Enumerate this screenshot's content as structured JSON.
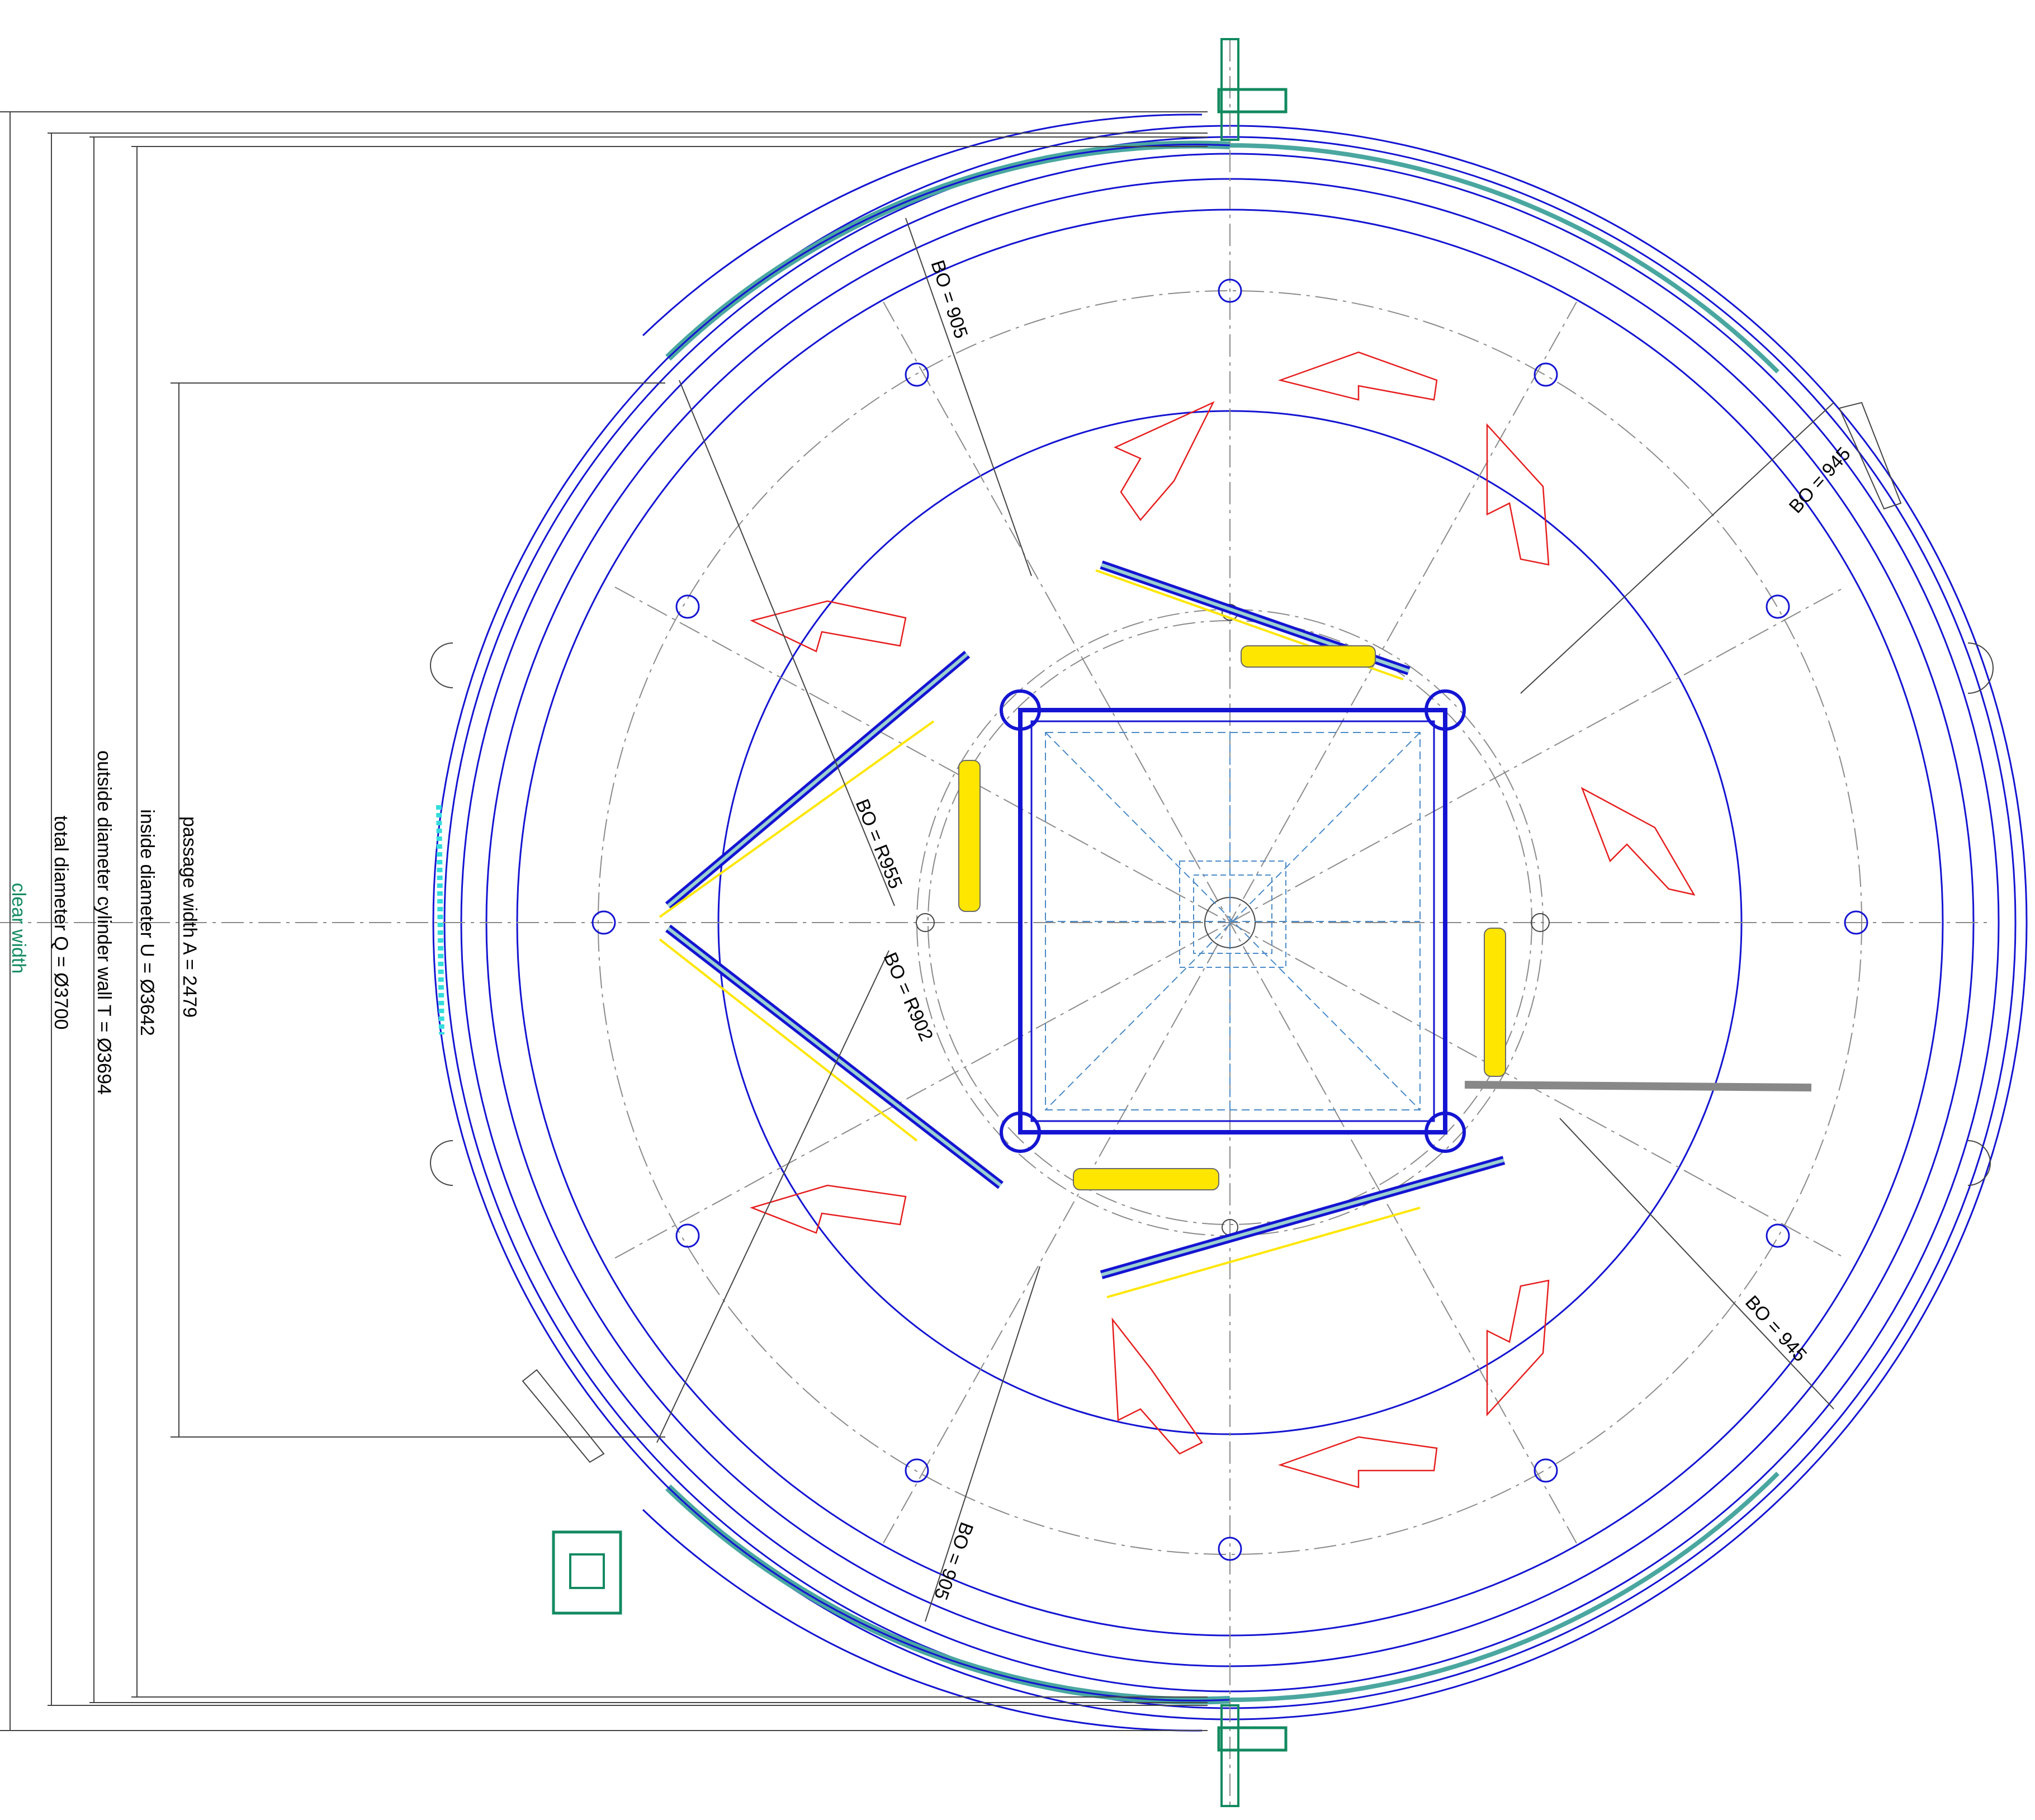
{
  "dimensions": {
    "clear_width": "clear width",
    "total_diameter": "total diameter Q = Ø3700",
    "outside_diameter": "outside diameter cylinder wall T = Ø3694",
    "inside_diameter": "inside diameter U = Ø3642",
    "passage_width": "passage width A = 2479"
  },
  "annotations": {
    "bo_905_top": "BO = 905",
    "bo_945_right_top": "BO = 945",
    "bo_r955": "BO = R955",
    "bo_r902": "BO = R902",
    "bo_945_right_bottom": "BO = 945",
    "bo_905_bottom": "BO = 905"
  },
  "colors": {
    "outline": "#1414d2",
    "arrow": "#e61e1e",
    "panel_fill": "#ffe600",
    "pivot_green": "#128a60",
    "centerline": "#8a8a8a",
    "cyan_marker": "#33dddd"
  }
}
